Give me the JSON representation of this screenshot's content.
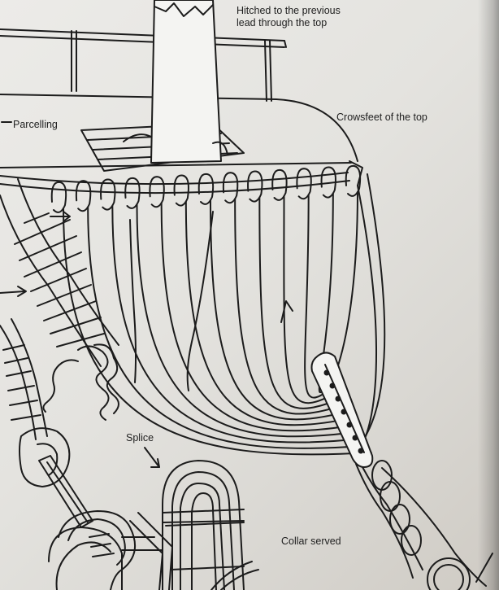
{
  "labels": {
    "hitched_line1": "Hitched to the previous",
    "hitched_line2": "lead through the top",
    "parcelling": "Parcelling",
    "crowsfeet": "Crowsfeet of the top",
    "splice": "Splice",
    "collar_served": "Collar served"
  },
  "colors": {
    "ink": "#1c1c1c",
    "paper": "#e8e7e3",
    "mast_fill": "#f4f4f2"
  },
  "crowsfeet_line_count": 13
}
